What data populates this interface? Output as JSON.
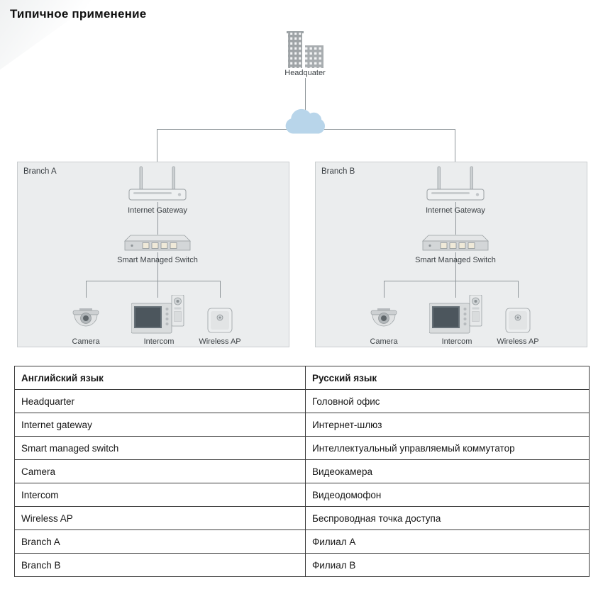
{
  "title": "Типичное применение",
  "diagram": {
    "headquarter_label": "Headquater",
    "branch_a": {
      "label": "Branch A",
      "gateway_label": "Internet Gateway",
      "switch_label": "Smart Managed Switch",
      "devices": [
        "Camera",
        "Intercom",
        "Wireless AP"
      ]
    },
    "branch_b": {
      "label": "Branch B",
      "gateway_label": "Internet Gateway",
      "switch_label": "Smart Managed Switch",
      "devices": [
        "Camera",
        "Intercom",
        "Wireless AP"
      ]
    },
    "icons": {
      "headquarter": "office-buildings-icon",
      "internet": "cloud-icon",
      "gateway": "wireless-router-icon",
      "switch": "network-switch-icon",
      "camera": "dome-camera-icon",
      "intercom": "video-intercom-icon",
      "wireless_ap": "wireless-ap-icon"
    },
    "colors": {
      "cloud": "#b8d5ea",
      "branch_panel": "#ebedee",
      "line": "#8f969a"
    }
  },
  "table": {
    "headers": [
      "Английский язык",
      "Русский язык"
    ],
    "rows": [
      [
        "Headquarter",
        "Головной офис"
      ],
      [
        "Internet gateway",
        "Интернет-шлюз"
      ],
      [
        "Smart managed switch",
        "Интеллектуальный управляемый коммутатор"
      ],
      [
        "Camera",
        "Видеокамера"
      ],
      [
        "Intercom",
        "Видеодомофон"
      ],
      [
        "Wireless  AP",
        "Беспроводная точка доступа"
      ],
      [
        "Branch A",
        "Филиал А"
      ],
      [
        "Branch B",
        "Филиал В"
      ]
    ]
  }
}
